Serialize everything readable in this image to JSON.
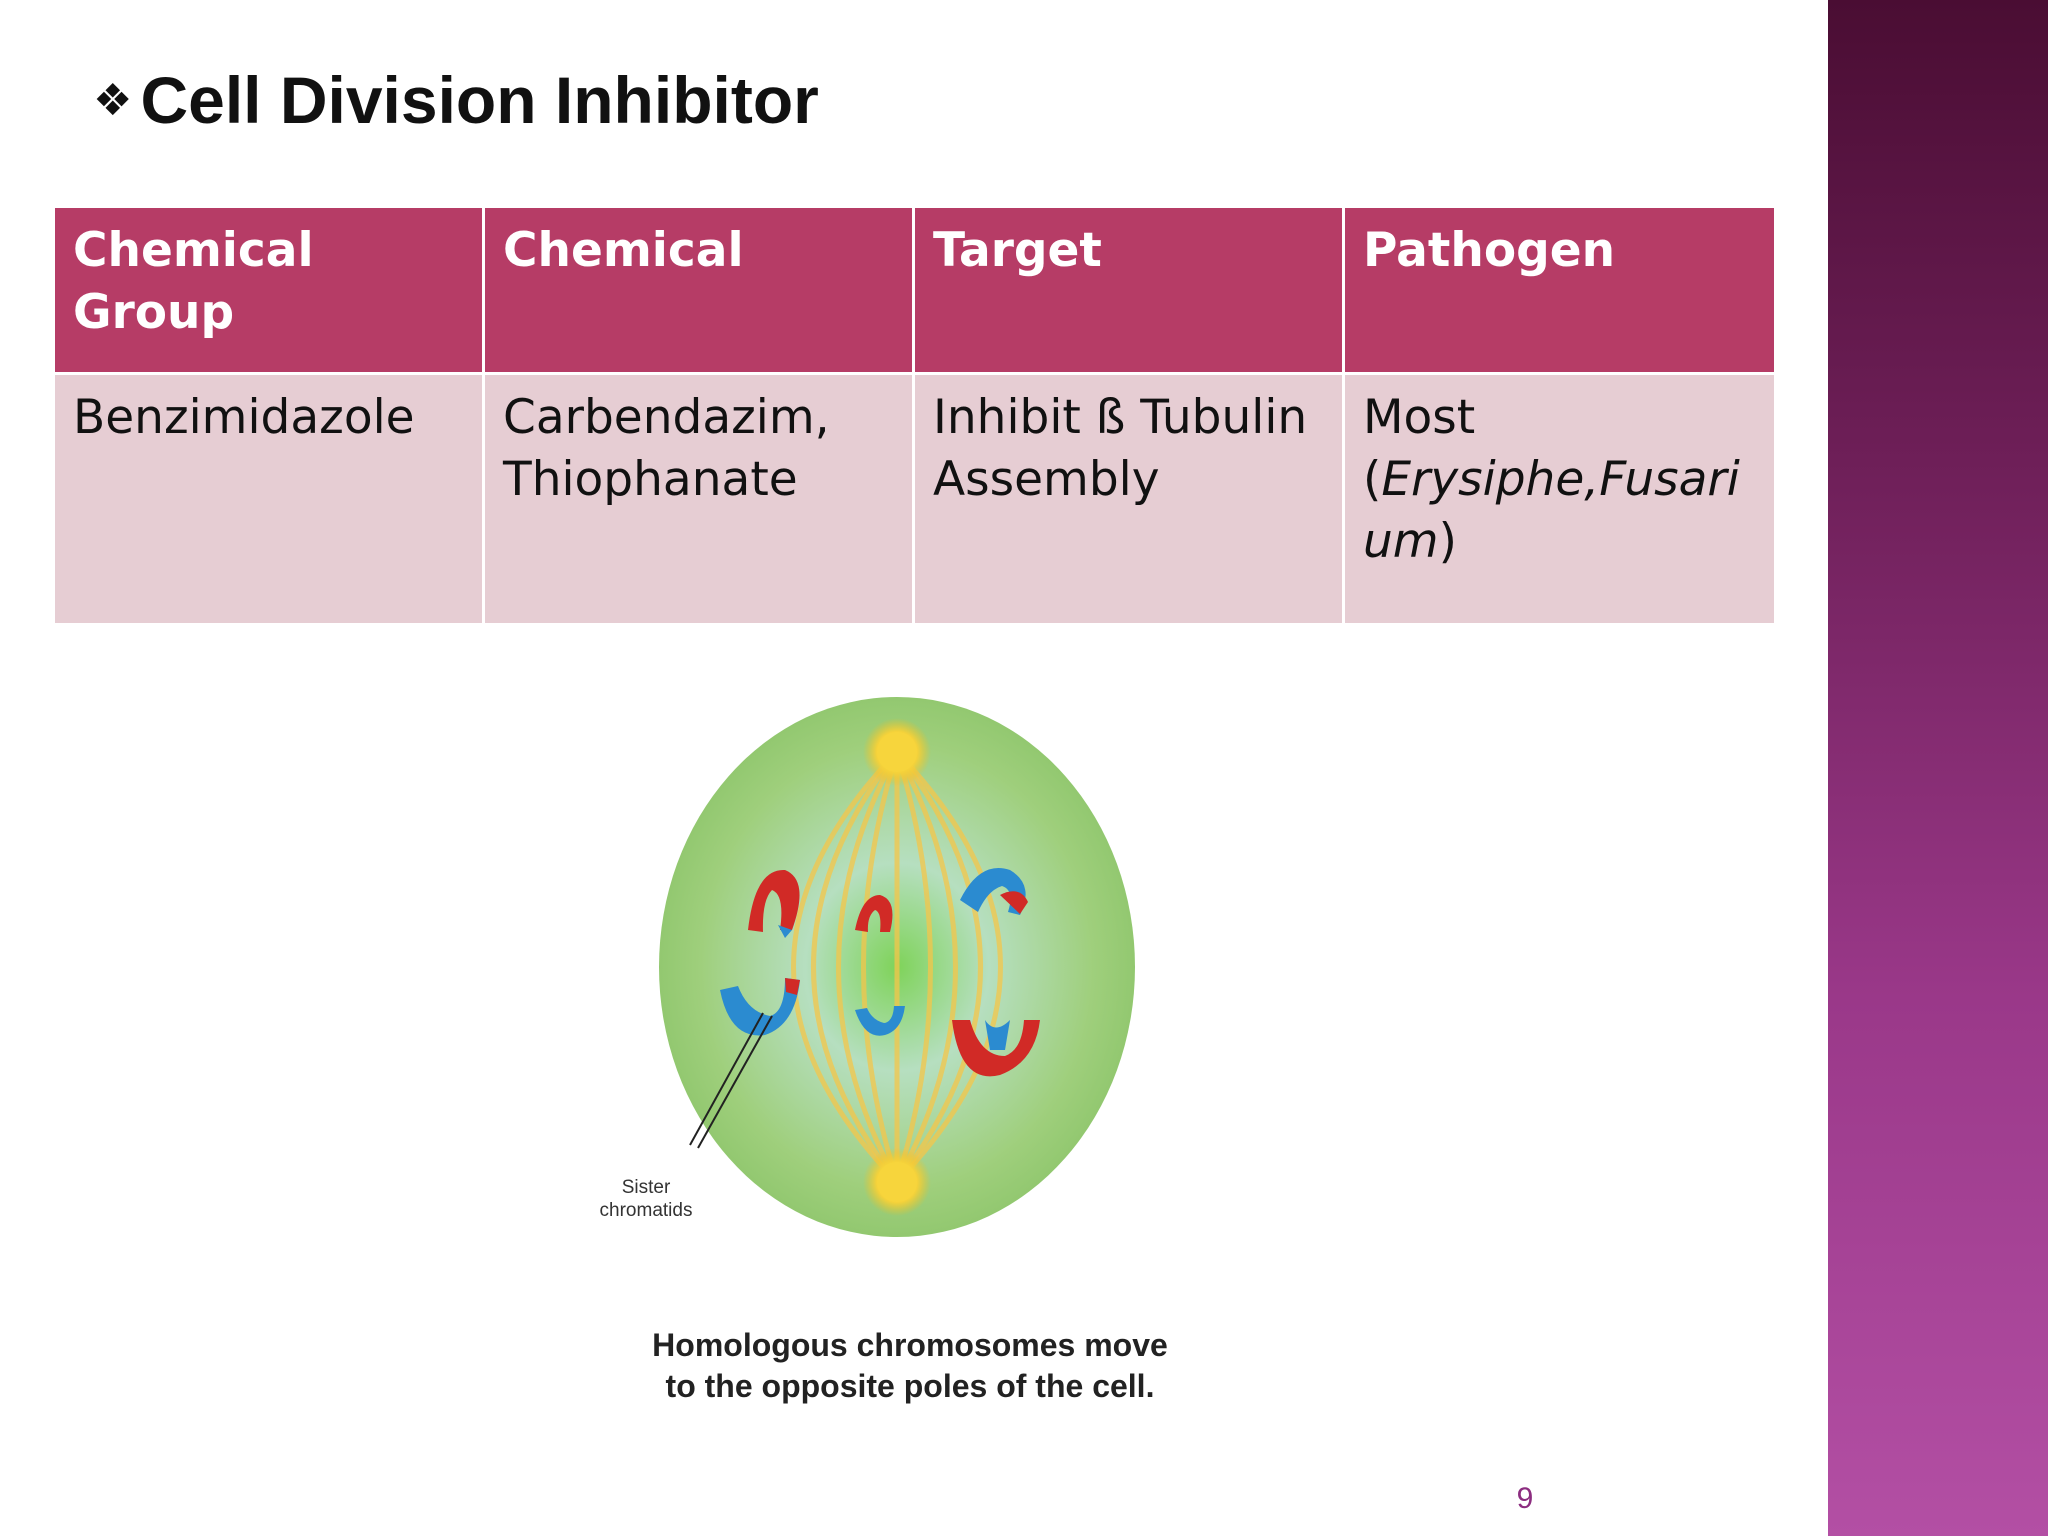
{
  "slide": {
    "title": "Cell Division Inhibitor",
    "bullet_glyph": "❖",
    "page_number": "9"
  },
  "table": {
    "headers": [
      "Chemical Group",
      "Chemical",
      "Target",
      "Pathogen"
    ],
    "row": {
      "group": "Benzimidazole",
      "chemical_line1": "Carbendazim,",
      "chemical_line2": "Thiophanate",
      "target_line1": "Inhibit ß Tubulin",
      "target_line2": "Assembly",
      "pathogen_line1": "Most",
      "pathogen_open": "(",
      "pathogen_italic1": "Erysiphe,Fusari",
      "pathogen_italic2": "um",
      "pathogen_close": ")"
    }
  },
  "figure": {
    "label_line1": "Sister",
    "label_line2": "chromatids",
    "caption_line1": "Homologous chromosomes move",
    "caption_line2": "to the opposite poles of the cell."
  },
  "colors": {
    "header_bg": "#b63c66",
    "cell_bg": "#e6cdd3",
    "side_band": "#9a3889",
    "page_number": "#8c2d80"
  }
}
